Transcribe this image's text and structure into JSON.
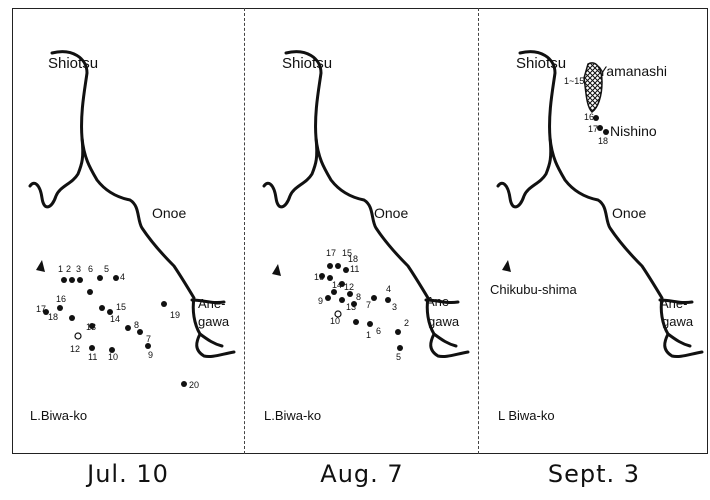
{
  "lake_label": "L.Biwa-ko",
  "panels": [
    {
      "date": "Jul. 10",
      "places": {
        "shiotsu": "Shiotsu",
        "onoe": "Onoe",
        "ane": "Ane-",
        "gawa": "gawa",
        "lake": "L.Biwa-ko"
      },
      "stations": [
        "1",
        "2",
        "3",
        "4",
        "5",
        "6",
        "7",
        "8",
        "9",
        "10",
        "11",
        "12",
        "13",
        "14",
        "15",
        "16",
        "17",
        "18",
        "19",
        "20"
      ]
    },
    {
      "date": "Aug. 7",
      "places": {
        "shiotsu": "Shiotsu",
        "onoe": "Onoe",
        "ane": "Ane-",
        "gawa": "gawa",
        "lake": "L.Biwa-ko"
      },
      "stations": [
        "1",
        "2",
        "3",
        "4",
        "5",
        "6",
        "7",
        "8",
        "9",
        "10",
        "11",
        "12",
        "13",
        "14",
        "15",
        "16",
        "17",
        "18"
      ]
    },
    {
      "date": "Sept. 3",
      "places": {
        "shiotsu": "Shiotsu",
        "onoe": "Onoe",
        "ane": "Ane-",
        "gawa": "gawa",
        "lake": "L Biwa-ko",
        "yamanashi": "Yamanashi",
        "nishino": "Nishino",
        "chikubu": "Chikubu-shima"
      },
      "stations": [
        "1~15",
        "16",
        "17",
        "18"
      ]
    }
  ]
}
